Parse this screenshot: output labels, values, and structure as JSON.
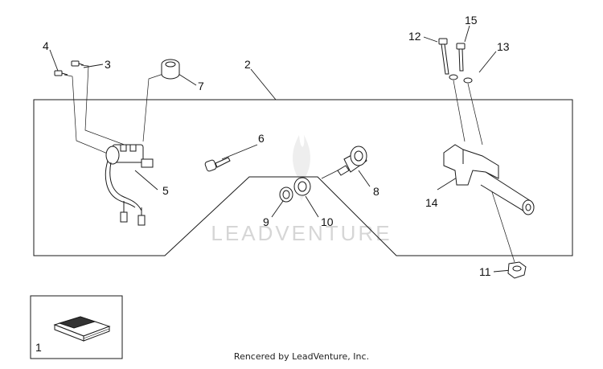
{
  "watermark": "LEADVENTURE",
  "credit": "Rencered by LeadVenture, Inc.",
  "callouts": {
    "c1": "1",
    "c2": "2",
    "c3": "3",
    "c4": "4",
    "c5": "5",
    "c6": "6",
    "c7": "7",
    "c8": "8",
    "c9": "9",
    "c10": "10",
    "c11": "11",
    "c12": "12",
    "c13": "13",
    "c14": "14",
    "c15": "15"
  },
  "colors": {
    "line": "#1a1a1a",
    "watermark": "#d6d6d6",
    "background": "#ffffff"
  }
}
